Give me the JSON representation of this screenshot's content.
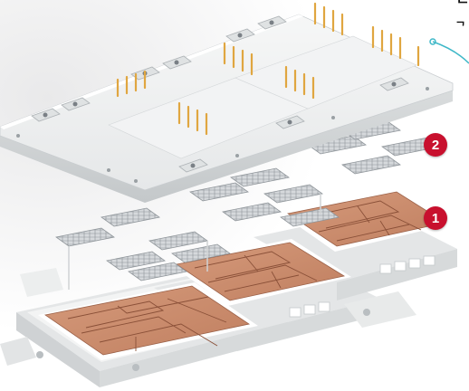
{
  "image": {
    "subject": "exploded-view-of-power-semiconductor-module",
    "callouts": [
      {
        "number": "2"
      },
      {
        "number": "1"
      }
    ],
    "corner_text_top": "ᄃ",
    "corner_text_bottom": "ᄀ",
    "colors": {
      "badge": "#c8102e",
      "copper": "#c98b6c",
      "housing": "#eef0f0",
      "pins": "#e0a640",
      "chip": "#c9ccd0",
      "connector_line": "#3fb8c8"
    }
  }
}
